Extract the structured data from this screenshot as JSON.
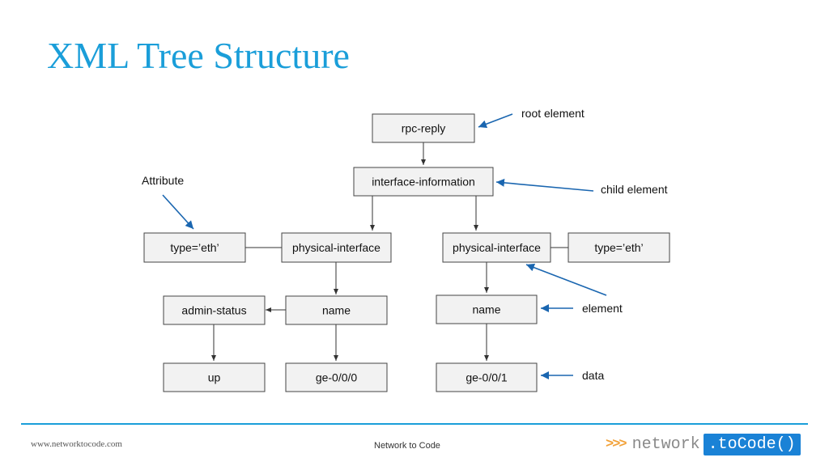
{
  "title": "XML Tree Structure",
  "nodes": [
    {
      "id": "rpc",
      "label": "rpc-reply"
    },
    {
      "id": "iface_info",
      "label": "interface-information"
    },
    {
      "id": "phys1",
      "label": "physical-interface"
    },
    {
      "id": "type1",
      "label": "type=’eth’"
    },
    {
      "id": "name1",
      "label": "name"
    },
    {
      "id": "admin",
      "label": "admin-status"
    },
    {
      "id": "up",
      "label": "up"
    },
    {
      "id": "ge0",
      "label": "ge-0/0/0"
    },
    {
      "id": "phys2",
      "label": "physical-interface"
    },
    {
      "id": "type2",
      "label": "type=’eth’"
    },
    {
      "id": "name2",
      "label": "name"
    },
    {
      "id": "ge1",
      "label": "ge-0/0/1"
    }
  ],
  "annotations": {
    "root_element": "root element",
    "child_element": "child element",
    "attribute": "Attribute",
    "element": "element",
    "data": "data"
  },
  "footer": {
    "website": "www.networktocode.com",
    "center": "Network to Code",
    "logo_chevrons": ">>>",
    "logo_word": "network",
    "logo_box": ".toCode()"
  },
  "colors": {
    "title": "#1a9ed9",
    "callout": "#1a66b0",
    "box_fill": "#f2f2f2",
    "logo_accent": "#f2a23a",
    "logo_box": "#1a82d6"
  }
}
